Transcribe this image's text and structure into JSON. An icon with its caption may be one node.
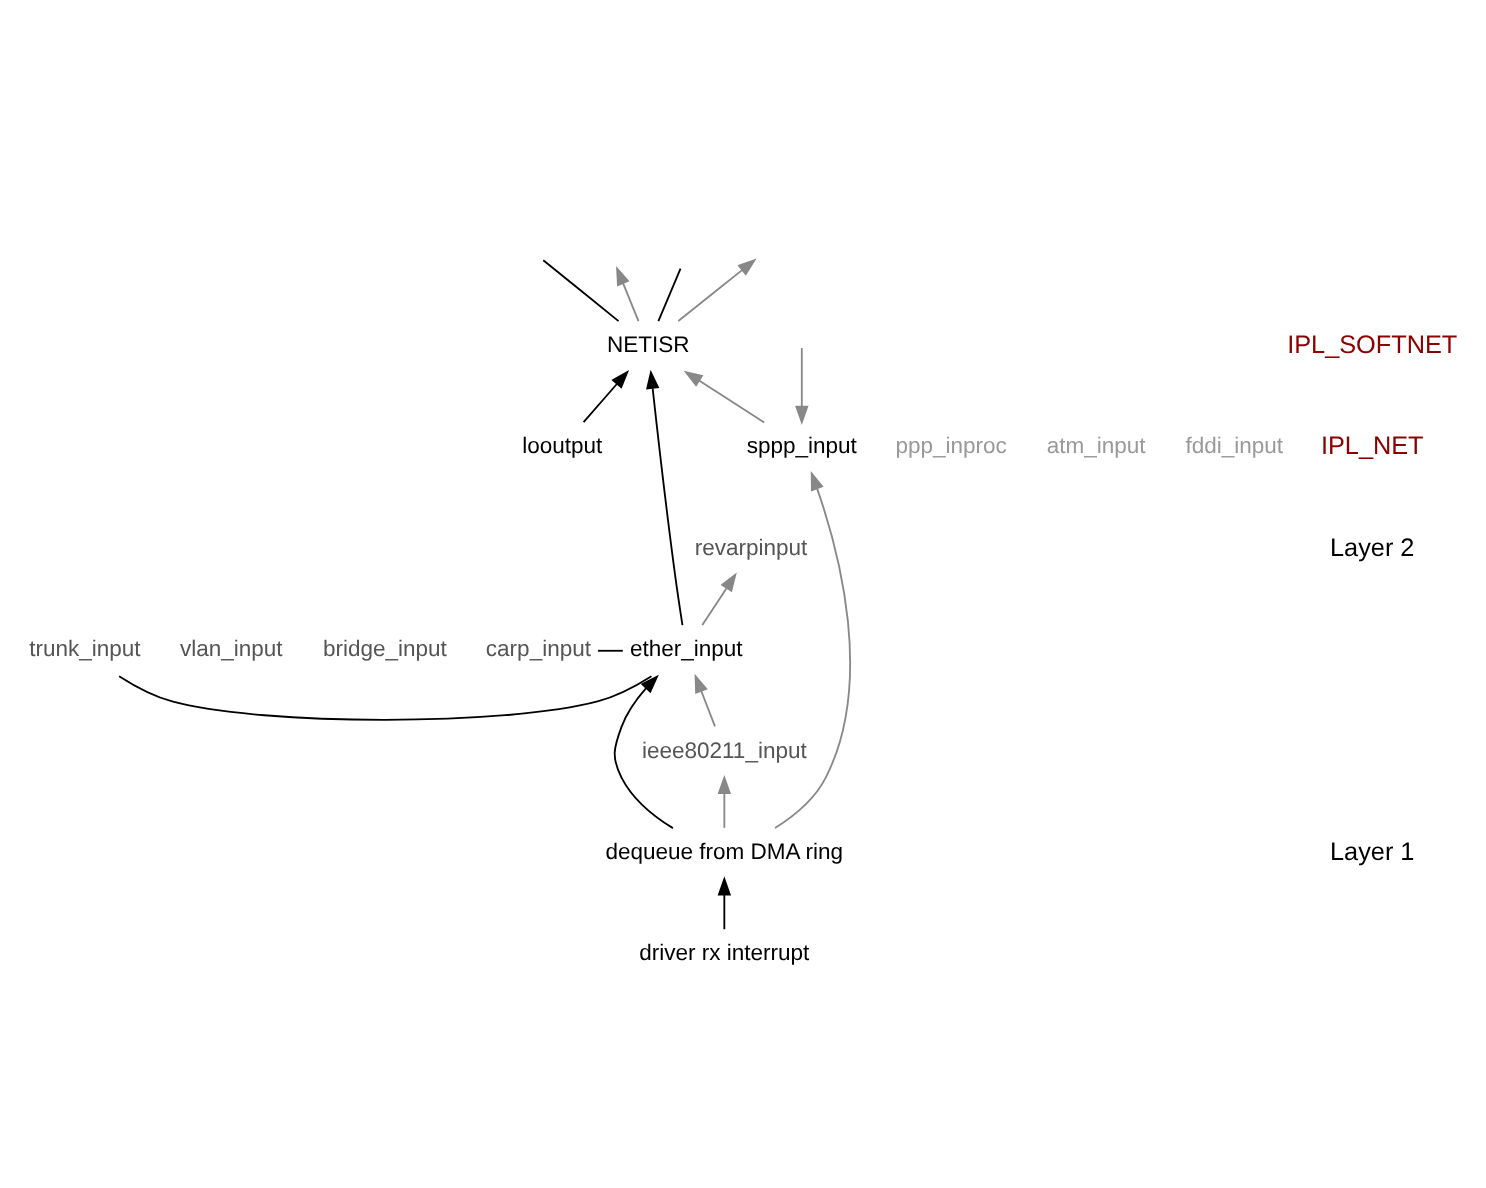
{
  "diagram": {
    "nodes": [
      {
        "text": [
          "NETISR"
        ]
      },
      {
        "text": [
          "looutput"
        ]
      },
      {
        "text": [
          "sppp_input"
        ]
      },
      {
        "text": [
          "ppp_inproc"
        ]
      },
      {
        "text": [
          "atm_input"
        ]
      },
      {
        "text": [
          "fddi_input"
        ]
      },
      {
        "text": [
          "revarpinput"
        ]
      },
      {
        "text": [
          "ether_input"
        ]
      },
      {
        "text": [
          "trunk_input"
        ]
      },
      {
        "text": [
          "vlan_input"
        ]
      },
      {
        "text": [
          "bridge_input"
        ]
      },
      {
        "text": [
          "carp_input"
        ]
      },
      {
        "text": [
          "ieee80211_input"
        ]
      },
      {
        "text": [
          "dequeue from DMA ring"
        ]
      },
      {
        "text": [
          "driver rx interrupt"
        ]
      }
    ],
    "edges": [
      {
        "from": 0,
        "to": null,
        "arrow": "none"
      },
      {
        "from": 0,
        "to": null,
        "arrow": "to",
        "color": "#888888"
      },
      {
        "from": 0,
        "to": null,
        "arrow": "none"
      },
      {
        "from": 0,
        "to": null,
        "arrow": "to",
        "color": "#888888"
      },
      {
        "from": null,
        "to": 2,
        "arrow": "to",
        "color": "#888888"
      },
      {
        "from": 1,
        "to": 0,
        "arrow": "to"
      },
      {
        "from": 7,
        "to": 0,
        "arrow": "to"
      },
      {
        "from": 2,
        "to": 0,
        "arrow": "to",
        "color": "#888888"
      },
      {
        "from": 7,
        "to": 6,
        "arrow": "to",
        "color": "#888888"
      },
      {
        "from": 7,
        "to": 8,
        "arrow": "none"
      },
      {
        "from": 7,
        "to": 11,
        "arrow": "none"
      },
      {
        "from": 12,
        "to": 7,
        "arrow": "to",
        "color": "#888888"
      },
      {
        "from": 13,
        "to": 7,
        "arrow": "to"
      },
      {
        "from": 13,
        "to": 12,
        "arrow": "to",
        "color": "#888888"
      },
      {
        "from": 13,
        "to": 2,
        "arrow": "to",
        "color": "#888888"
      },
      {
        "from": 14,
        "to": 13,
        "arrow": "to"
      }
    ],
    "labels": [
      "IPL_SOFTNET",
      "IPL_NET",
      "Layer 2",
      "Layer 1"
    ]
  }
}
